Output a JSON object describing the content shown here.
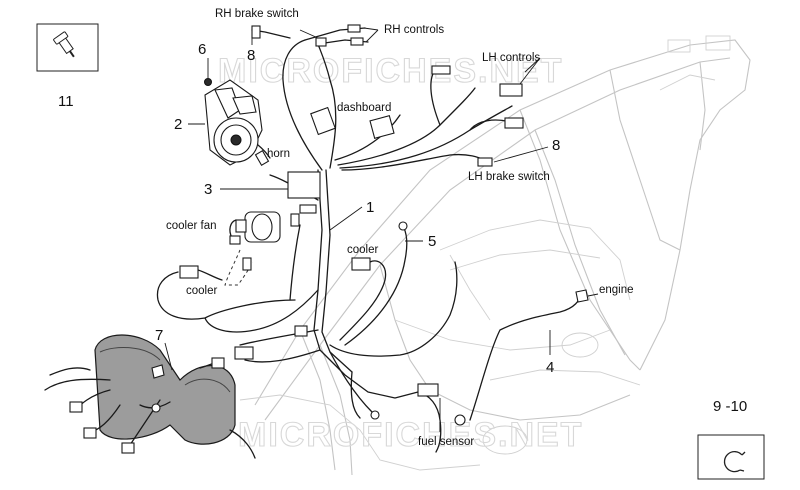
{
  "watermark": {
    "top": "MICROFICHES.NET",
    "bottom": "MICROFICHES.NET"
  },
  "callouts": {
    "n1": "1",
    "n2": "2",
    "n3": "3",
    "n4": "4",
    "n5": "5",
    "n6": "6",
    "n7": "7",
    "n8_top": "8",
    "n8_right": "8",
    "n11": "11",
    "n9_10": "9 -10"
  },
  "labels": {
    "rh_brake_switch": "RH brake switch",
    "rh_controls": "RH controls",
    "lh_controls": "LH controls",
    "dashboard": "dashboard",
    "horn": "horn",
    "lh_brake_switch": "LH brake switch",
    "cooler_fan": "cooler fan",
    "cooler_left": "cooler",
    "cooler_right": "cooler",
    "engine": "engine",
    "fuel_sensor": "fuel sensor"
  },
  "icons": {
    "bolt": "bolt-icon",
    "clip": "clip-icon"
  }
}
